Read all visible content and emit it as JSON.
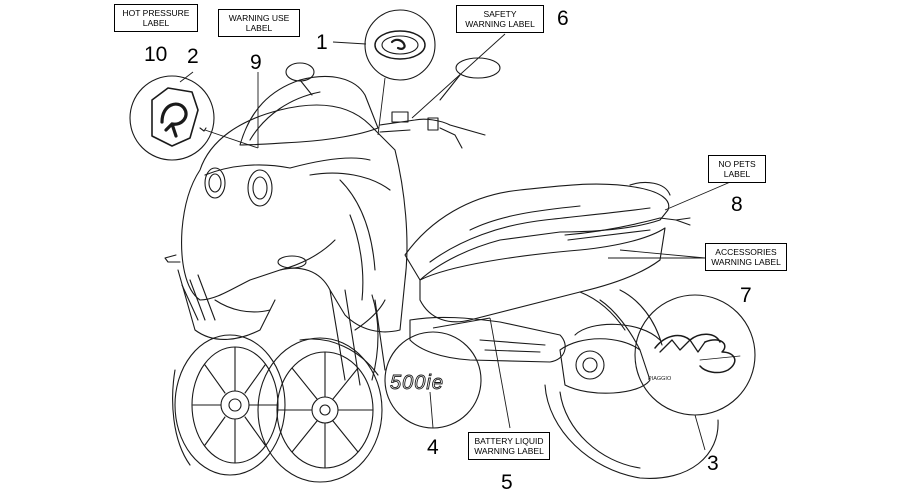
{
  "callouts": [
    {
      "number": "1",
      "lines": []
    },
    {
      "number": "2",
      "lines": []
    },
    {
      "number": "3",
      "lines": []
    },
    {
      "number": "4",
      "lines": []
    },
    {
      "number": "5",
      "lines": [
        "BATTERY LIQUID",
        "WARNING LABEL"
      ]
    },
    {
      "number": "6",
      "lines": [
        "SAFETY",
        "WARNING LABEL"
      ]
    },
    {
      "number": "7",
      "lines": [
        "ACCESSORIES",
        "WARNING LABEL"
      ]
    },
    {
      "number": "8",
      "lines": [
        "NO PETS",
        "LABEL"
      ]
    },
    {
      "number": "9",
      "lines": [
        "WARNING USE",
        "LABEL"
      ]
    },
    {
      "number": "10",
      "lines": [
        "HOT PRESSURE",
        "LABEL"
      ]
    }
  ],
  "decals": {
    "model_badge": "500ie",
    "brand_small": "PIAGGIO",
    "mp3_logo": "MP3"
  },
  "colors": {
    "line": "#1a1a1a",
    "background": "#ffffff"
  }
}
